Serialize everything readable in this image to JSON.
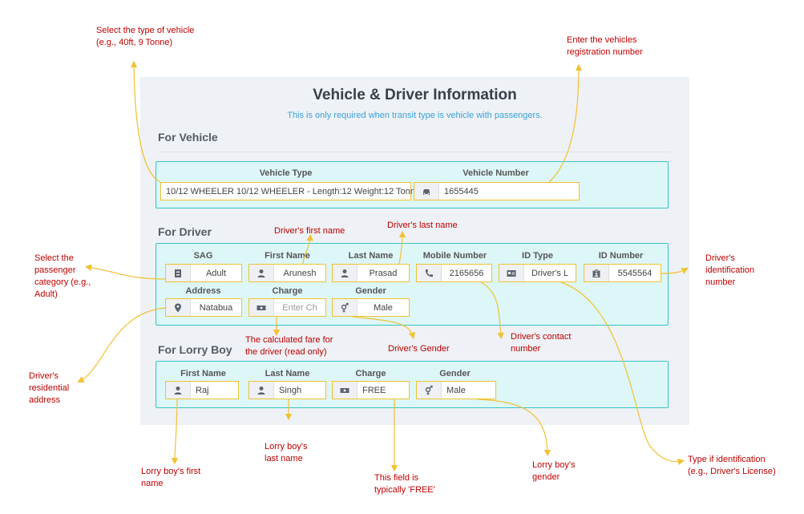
{
  "header": {
    "title": "Vehicle & Driver Information",
    "subtitle": "This is only required when transit type is vehicle with passengers."
  },
  "vehicle": {
    "section_title": "For Vehicle",
    "type_label": "Vehicle Type",
    "type_value": "10/12 WHEELER 10/12 WHEELER - Length:12 Weight:12 Tonn",
    "number_label": "Vehicle Number",
    "number_value": "1655445"
  },
  "driver": {
    "section_title": "For Driver",
    "sag_label": "SAG",
    "sag_value": "Adult",
    "first_name_label": "First Name",
    "first_name_value": "Arunesh",
    "last_name_label": "Last Name",
    "last_name_value": "Prasad",
    "mobile_label": "Mobile Number",
    "mobile_value": "2165656",
    "id_type_label": "ID Type",
    "id_type_value": "Driver's L",
    "id_number_label": "ID Number",
    "id_number_value": "5545564",
    "address_label": "Address",
    "address_value": "Natabua",
    "charge_label": "Charge",
    "charge_placeholder": "Enter Ch",
    "gender_label": "Gender",
    "gender_value": "Male"
  },
  "lorry_boy": {
    "section_title": "For Lorry Boy",
    "first_name_label": "First Name",
    "first_name_value": "Raj",
    "last_name_label": "Last Name",
    "last_name_value": "Singh",
    "charge_label": "Charge",
    "charge_value": "FREE",
    "gender_label": "Gender",
    "gender_value": "Male"
  },
  "annotations": {
    "vehicle_type": [
      "Select the type of vehicle",
      "(e.g., 40ft, 9 Tonne)"
    ],
    "vehicle_number": [
      "Enter the vehicles",
      "registration number"
    ],
    "driver_first": [
      "Driver's first name"
    ],
    "driver_last": [
      "Driver's last name"
    ],
    "sag": [
      "Select the",
      "passenger",
      "category (e.g.,",
      "Adult)"
    ],
    "id_number": [
      "Driver's",
      "identification",
      "number"
    ],
    "charge": [
      "The calculated fare for",
      "the driver (read only)"
    ],
    "driver_gender": [
      "Driver's Gender"
    ],
    "contact": [
      "Driver's contact",
      "number"
    ],
    "address": [
      "Driver's",
      "residential",
      "address"
    ],
    "lorry_first": [
      "Lorry boy's first",
      "name"
    ],
    "lorry_last": [
      "Lorry boy's",
      "last name"
    ],
    "lorry_charge": [
      "This field is",
      "typically 'FREE'"
    ],
    "lorry_gender": [
      "Lorry boy's",
      "gender"
    ],
    "id_type": [
      "Type if identification",
      "(e.g., Driver's License)"
    ]
  },
  "colors": {
    "accent": "#36c3c9",
    "highlight": "#f1c232",
    "annotation": "#c00000",
    "link": "#3aa3dc"
  }
}
